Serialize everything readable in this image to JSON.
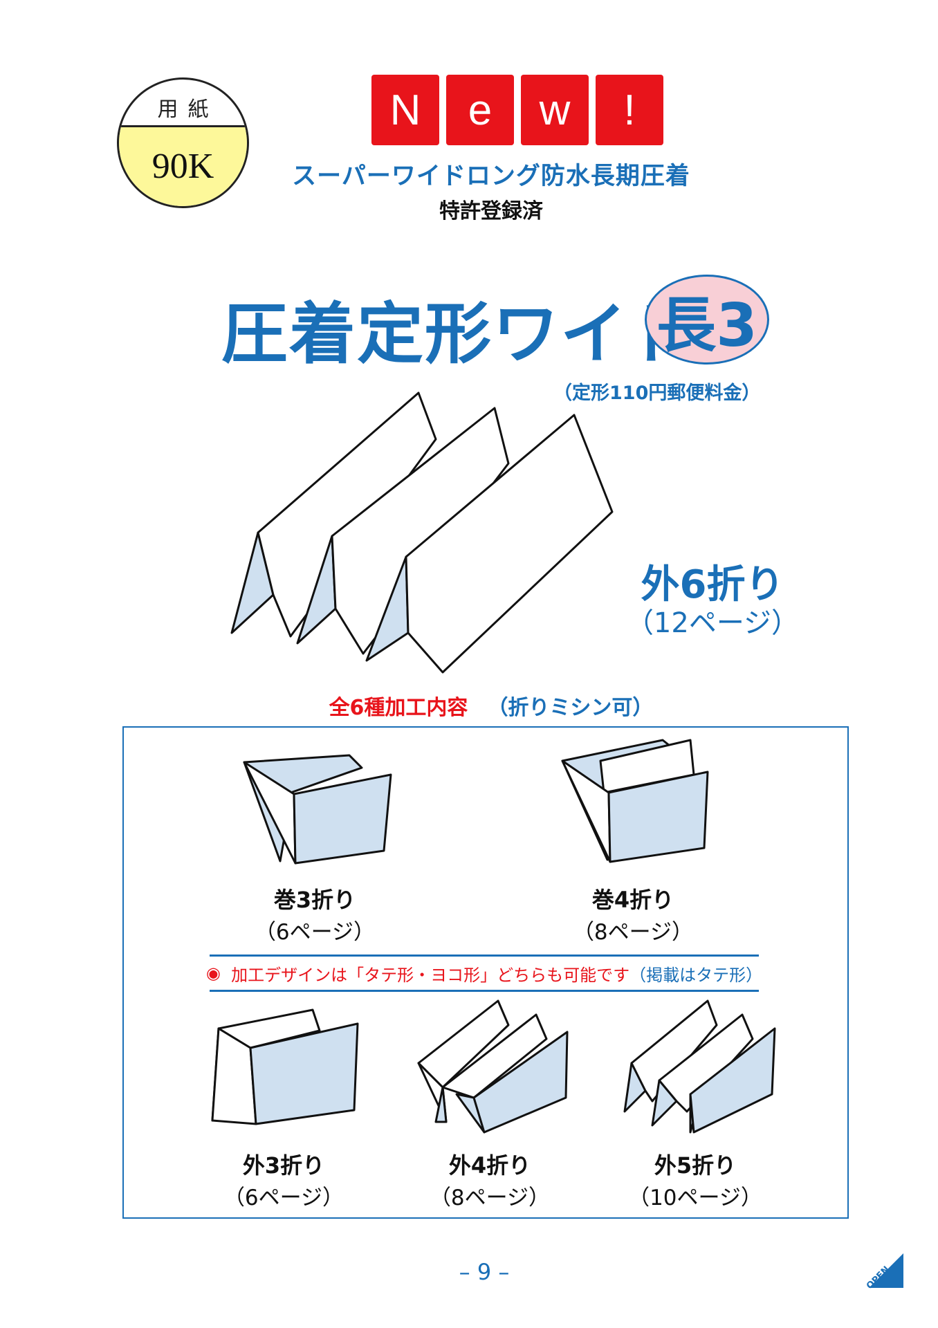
{
  "badge": {
    "paper_label": "用紙",
    "weight": "90K"
  },
  "new_badge": [
    "N",
    "e",
    "w",
    "!"
  ],
  "subtitle": "スーパーワイドロング防水長期圧着",
  "patent": "特許登録済",
  "title": "圧着定形ワイド",
  "size_badge": "長3",
  "postage": "（定形110円郵便料金）",
  "main_fold": {
    "name": "外6折り",
    "pages": "（12ページ）"
  },
  "types_heading": {
    "main": "全6種加工内容",
    "note": "（折りミシン可）"
  },
  "note": {
    "mark": "◉",
    "text": "加工デザインは「タテ形・ヨコ形」どちらも可能です",
    "tag": "（掲載はタテ形）"
  },
  "folds": [
    {
      "name": "巻3折り",
      "pages": "（6ページ）"
    },
    {
      "name": "巻4折り",
      "pages": "（8ページ）"
    },
    {
      "name": "外3折り",
      "pages": "（6ページ）"
    },
    {
      "name": "外4折り",
      "pages": "（8ページ）"
    },
    {
      "name": "外5折り",
      "pages": "（10ページ）"
    }
  ],
  "page_number": "– 9 –",
  "corner_label": "OPEN",
  "colors": {
    "blue": "#1a6fb7",
    "red": "#e8141b",
    "fold_fill": "#cfe0f0",
    "badge_yellow": "#fdf89a",
    "badge_pink": "#f8cfd6"
  }
}
